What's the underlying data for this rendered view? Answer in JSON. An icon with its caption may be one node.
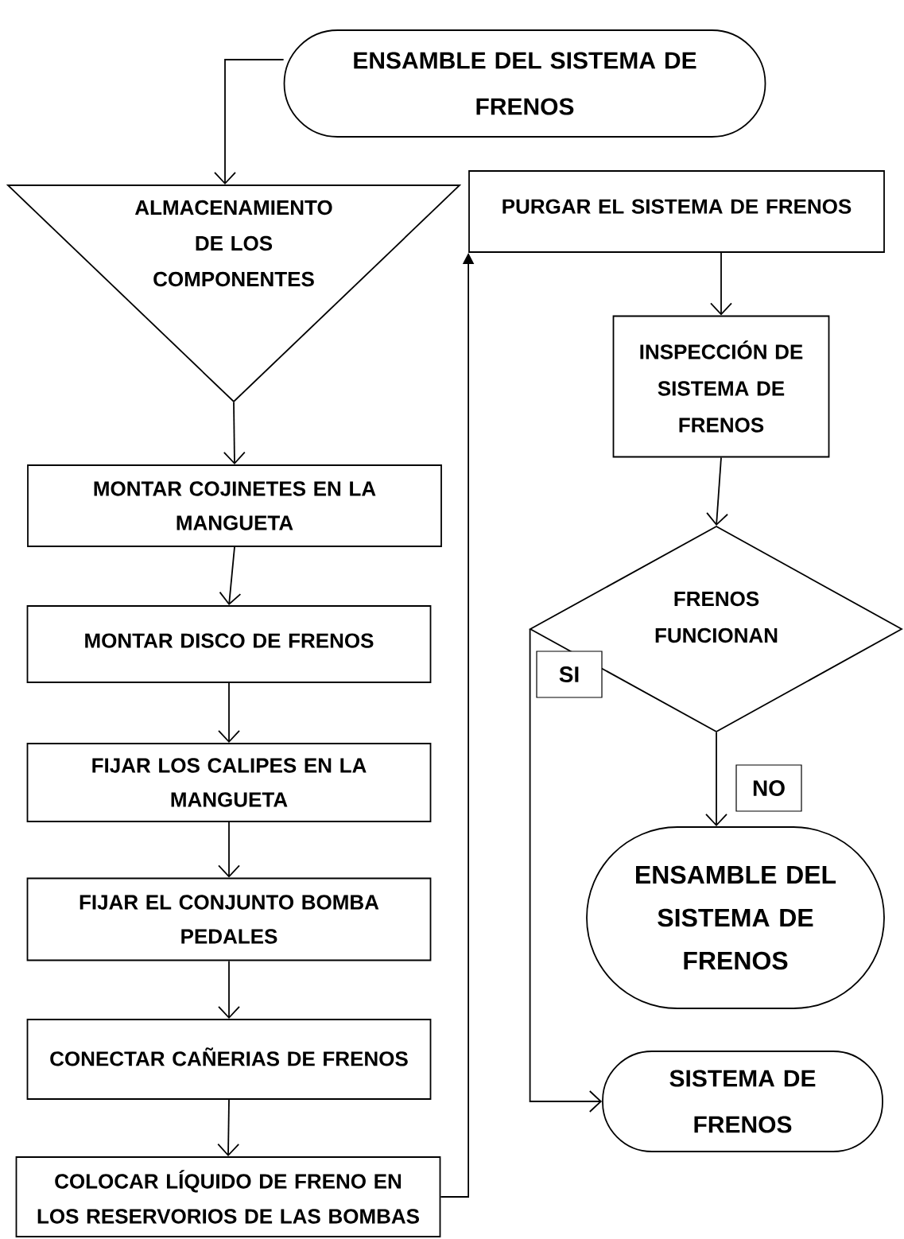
{
  "diagram": {
    "nodes": [
      {
        "text": [
          "ENSAMBLE DEL SISTEMA DE FRENOS"
        ]
      },
      {
        "text": [
          "ALMACENAMIENTO DE LOS COMPONENTES"
        ]
      },
      {
        "text": [
          "MONTAR COJINETES EN LA MANGUETA"
        ]
      },
      {
        "text": [
          "MONTAR DISCO DE FRENOS"
        ]
      },
      {
        "text": [
          "FIJAR LOS CALIPES EN LA MANGUETA"
        ]
      },
      {
        "text": [
          "FIJAR EL CONJUNTO BOMBA PEDALES"
        ]
      },
      {
        "text": [
          "CONECTAR CAÑERIAS DE FRENOS"
        ]
      },
      {
        "text": [
          "COLOCAR LÍQUIDO DE FRENO EN LOS RESERVORIOS DE LAS BOMBAS"
        ]
      },
      {
        "text": [
          "PURGAR EL SISTEMA DE FRENOS"
        ]
      },
      {
        "text": [
          "INSPECCIÓN DE SISTEMA DE FRENOS"
        ]
      },
      {
        "text": [
          "FRENOS FUNCIONAN"
        ]
      },
      {
        "text": [
          "ENSAMBLE DEL SISTEMA DE FRENOS"
        ]
      },
      {
        "text": [
          "SISTEMA DE FRENOS"
        ]
      }
    ],
    "edges": [
      {
        "from": 0,
        "to": 1,
        "arrow": "to"
      },
      {
        "from": 1,
        "to": 2,
        "arrow": "to"
      },
      {
        "from": 2,
        "to": 3,
        "arrow": "to"
      },
      {
        "from": 3,
        "to": 4,
        "arrow": "to"
      },
      {
        "from": 4,
        "to": 5,
        "arrow": "to"
      },
      {
        "from": 5,
        "to": 6,
        "arrow": "to"
      },
      {
        "from": 6,
        "to": 7,
        "arrow": "to"
      },
      {
        "from": 7,
        "to": 8,
        "arrow": "to"
      },
      {
        "from": 8,
        "to": 9,
        "arrow": "to"
      },
      {
        "from": 9,
        "to": 10,
        "arrow": "to"
      },
      {
        "from": 10,
        "to": 11,
        "arrow": "to",
        "label": "NO"
      },
      {
        "from": 10,
        "to": 12,
        "arrow": "to",
        "label": "SI"
      }
    ]
  }
}
